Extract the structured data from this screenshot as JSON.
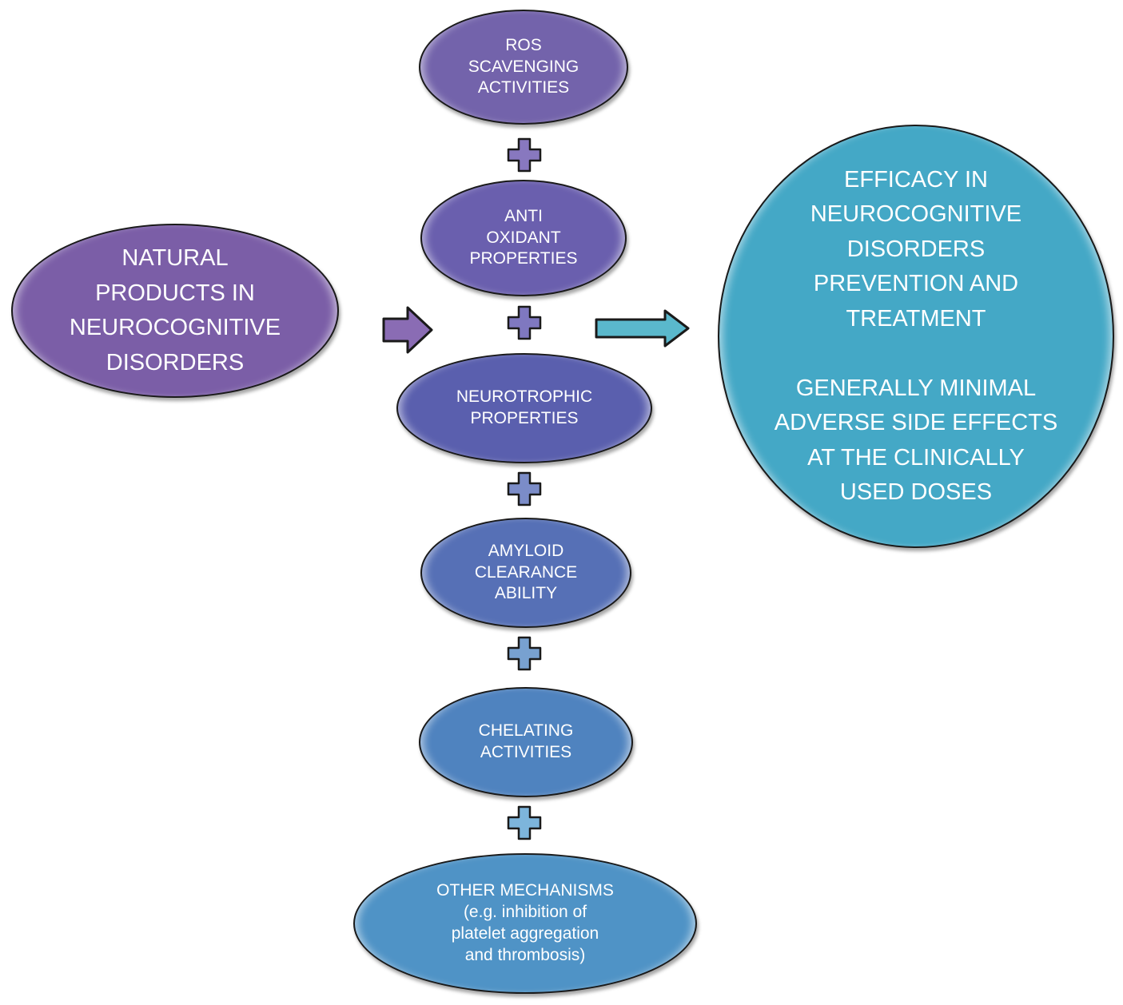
{
  "source_node": {
    "label": "NATURAL\nPRODUCTS IN\nNEUROCOGNITIVE\nDISORDERS",
    "color": "#7b5ea7"
  },
  "mechanisms": [
    {
      "label": "ROS\nSCAVENGING\nACTIVITIES",
      "color": "#7363ab"
    },
    {
      "label": "ANTI\nOXIDANT\nPROPERTIES",
      "color": "#6a5fae"
    },
    {
      "label": "NEUROTROPHIC\nPROPERTIES",
      "color": "#5a5fae"
    },
    {
      "label": "AMYLOID\nCLEARANCE\nABILITY",
      "color": "#5670b6"
    },
    {
      "label": "CHELATING\nACTIVITIES",
      "color": "#4f83bf"
    },
    {
      "label": "OTHER MECHANISMS\n(e.g. inhibition of\nplatelet aggregation\nand thrombosis)",
      "color": "#4f93c6"
    }
  ],
  "plus_connectors": [
    {
      "symbol": "plus",
      "color": "#8878bf"
    },
    {
      "symbol": "plus",
      "color": "#7f78c0"
    },
    {
      "symbol": "plus",
      "color": "#7b8cc8"
    },
    {
      "symbol": "plus",
      "color": "#78a1d0"
    },
    {
      "symbol": "plus",
      "color": "#7db5dc"
    }
  ],
  "arrows": {
    "input_arrow_color": "#8a6cb4",
    "output_arrow_color": "#5ab8cc"
  },
  "outcome_node": {
    "label": "EFFICACY IN\nNEUROCOGNITIVE\nDISORDERS\nPREVENTION AND\nTREATMENT\n\nGENERALLY MINIMAL\nADVERSE SIDE EFFECTS\nAT THE CLINICALLY\nUSED DOSES",
    "color": "#44a8c6"
  }
}
